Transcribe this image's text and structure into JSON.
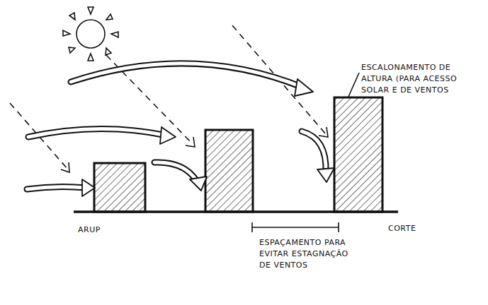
{
  "diagram": {
    "labels": [
      "ESCALONAMENTO DE ALTURA (PARA ACESSO SOLAR E DE VENTOS",
      "ARUP",
      "CORTE",
      "ESPAÇAMENTO PARA EVITAR ESTAGNAÇÃO DE VENTOS"
    ]
  }
}
